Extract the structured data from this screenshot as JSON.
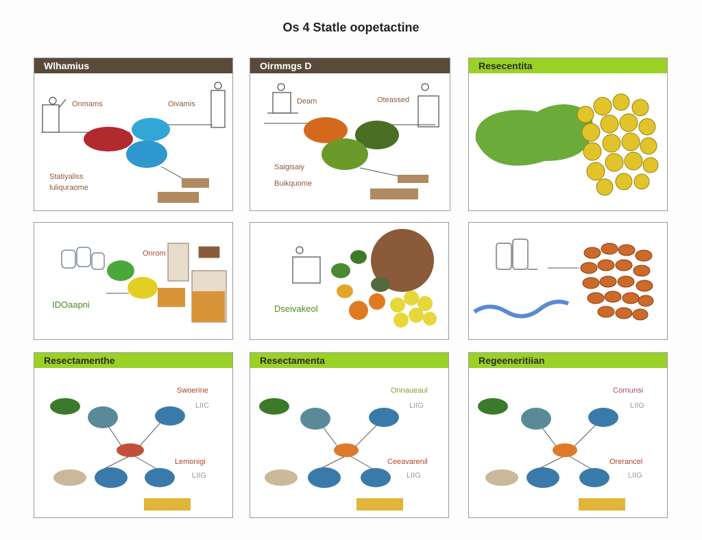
{
  "page": {
    "title": "Os 4 Statle oopetactine"
  },
  "panels": {
    "p1": {
      "header": "Wlhamius",
      "label_a": "Onmams",
      "label_b": "Oivamis",
      "label_c": "Statiyaliss",
      "label_d": "luliquraome"
    },
    "p2": {
      "header": "Oirmmgs D",
      "label_a": "Deam",
      "label_b": "Oteassed",
      "label_c": "Saigisaiy",
      "label_d": "Buikquome"
    },
    "p3": {
      "header": "Resecentita"
    },
    "p4": {
      "label_a": "Onrom",
      "label_b": "IDOaapni"
    },
    "p5": {
      "label_a": "Dseivakeol"
    },
    "p6": {},
    "p7": {
      "header": "Resectamenthe",
      "label_a": "Swoerine",
      "label_a2": "LIIC",
      "label_b": "Lemonigi",
      "label_b2": "LIIG"
    },
    "p8": {
      "header": "Resectamenta",
      "label_a": "Onnaueaul",
      "label_a2": "LIIG",
      "label_b": "Ceeavarenil",
      "label_b2": "LIIG"
    },
    "p9": {
      "header": "Regeeneritiian",
      "label_a": "Cornunsi",
      "label_a2": "LIIG",
      "label_b": "Orerancel",
      "label_b2": "LIIG"
    }
  },
  "colors": {
    "brown_header": "#5a4a3a",
    "lime_header": "#9ad126",
    "accent_red": "#b0402a",
    "accent_green": "#4a8a20"
  }
}
